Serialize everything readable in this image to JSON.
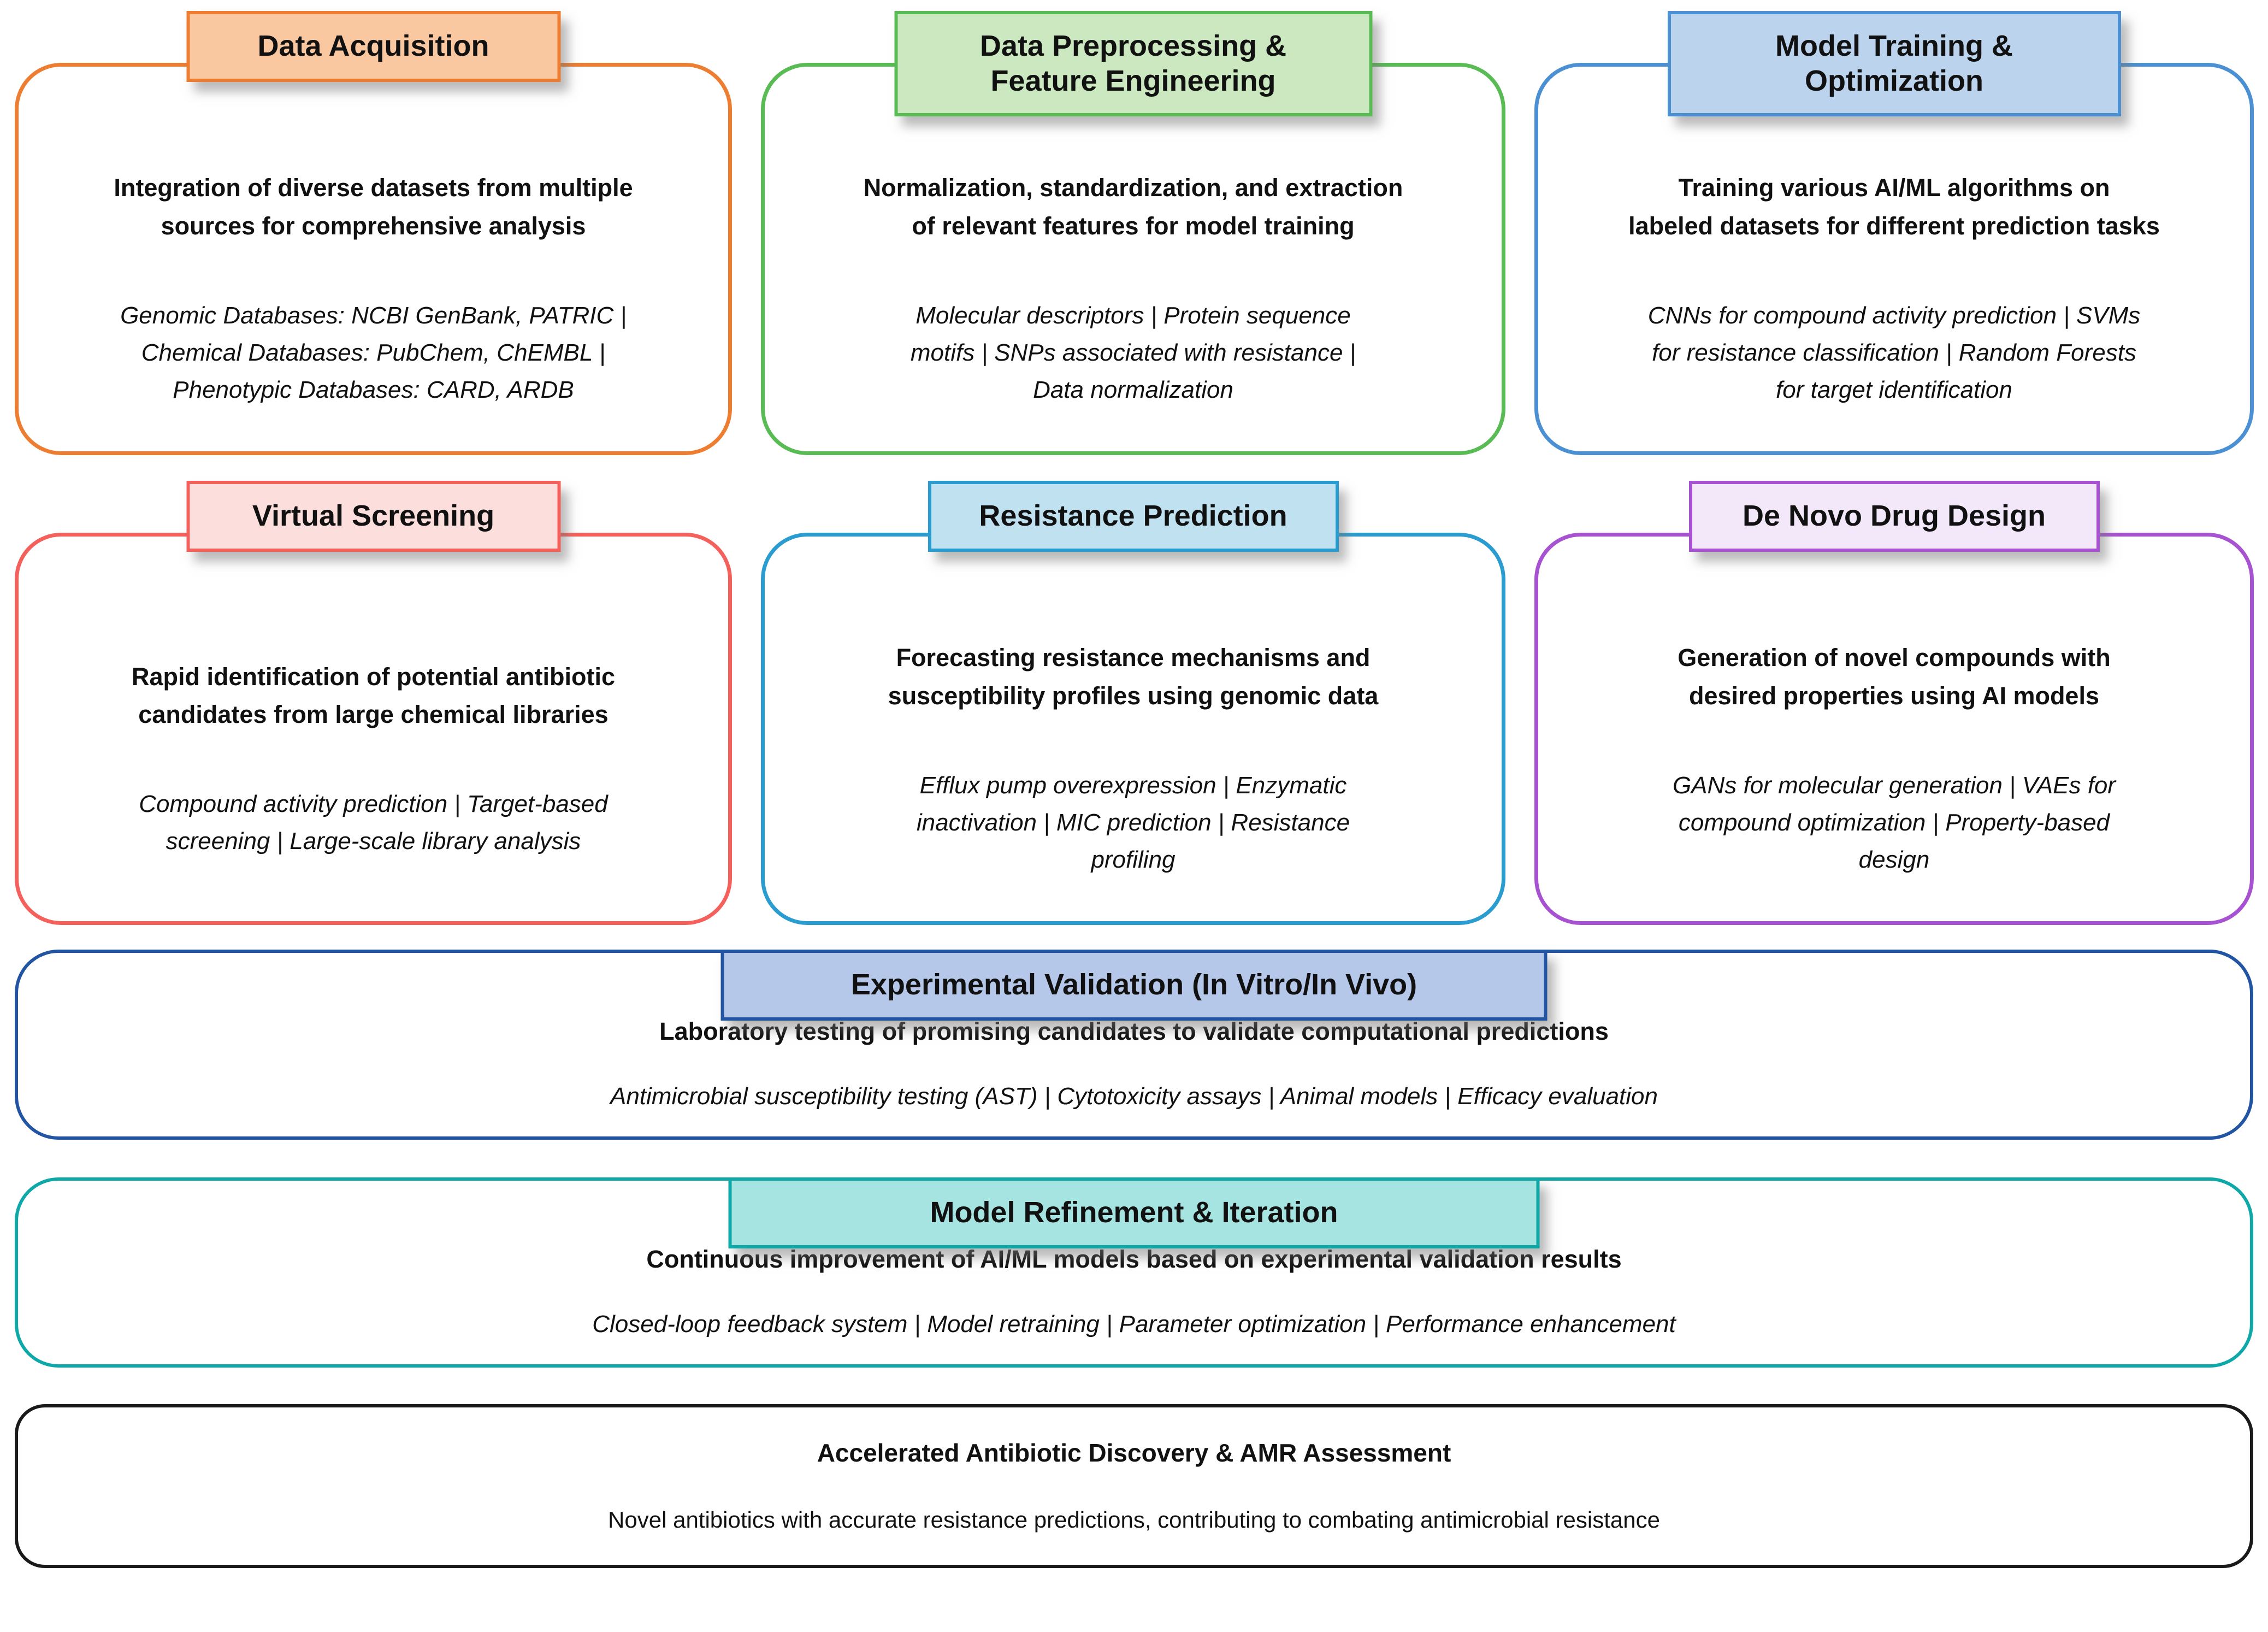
{
  "figure": {
    "background": "#FFFFFF",
    "text_color": "#111111"
  },
  "stages": {
    "data_acquisition": {
      "title": "Data Acquisition",
      "summary": "Integration of diverse datasets from multiple\nsources for comprehensive analysis",
      "details": "Genomic Databases: NCBI GenBank, PATRIC |\nChemical Databases: PubChem, ChEMBL |\nPhenotypic Databases: CARD, ARDB",
      "fill_color": "#FAC8A0",
      "border_color": "#ED7D31"
    },
    "data_preprocessing": {
      "title": "Data Preprocessing &\nFeature Engineering",
      "summary": "Normalization, standardization, and extraction\nof relevant features for model training",
      "details": "Molecular descriptors | Protein sequence\nmotifs | SNPs associated with resistance |\nData normalization",
      "fill_color": "#CBE8C0",
      "border_color": "#58BB54"
    },
    "model_training": {
      "title": "Model Training &\nOptimization",
      "summary": "Training various AI/ML algorithms on\nlabeled datasets for different prediction tasks",
      "details": "CNNs for compound activity prediction | SVMs\nfor resistance classification | Random Forests\nfor target identification",
      "fill_color": "#BCD3EE",
      "border_color": "#4A90D2"
    },
    "virtual_screening": {
      "title": "Virtual Screening",
      "summary": "Rapid identification of potential antibiotic\ncandidates from large chemical libraries",
      "details": "Compound activity prediction | Target-based\nscreening | Large-scale library analysis",
      "fill_color": "#FCDEDC",
      "border_color": "#F4615C"
    },
    "resistance_prediction": {
      "title": "Resistance Prediction",
      "summary": "Forecasting resistance mechanisms and\nsusceptibility profiles using genomic data",
      "details": "Efflux pump overexpression | Enzymatic\ninactivation | MIC prediction | Resistance\nprofiling",
      "fill_color": "#BFE1F0",
      "border_color": "#2B9CD0"
    },
    "de_novo_drug_design": {
      "title": "De Novo Drug Design",
      "summary": "Generation of novel compounds with\ndesired properties using AI models",
      "details": "GANs for molecular generation | VAEs for\ncompound optimization | Property-based\ndesign",
      "fill_color": "#F3E8F9",
      "border_color": "#A753D1"
    },
    "experimental_validation": {
      "title": "Experimental Validation (In Vitro/In Vivo)",
      "summary": "Laboratory testing of promising candidates to validate computational predictions",
      "details": "Antimicrobial susceptibility testing (AST) | Cytotoxicity assays | Animal models | Efficacy evaluation",
      "fill_color": "#B5C8EA",
      "border_color": "#2155A3"
    },
    "model_refinement": {
      "title": "Model Refinement & Iteration",
      "summary": "Continuous improvement of AI/ML models based on experimental validation results",
      "details": "Closed-loop feedback system | Model retraining | Parameter optimization | Performance enhancement",
      "fill_color": "#A5E4E0",
      "border_color": "#0FA8A8"
    },
    "outcome": {
      "title": "Accelerated Antibiotic Discovery & AMR Assessment",
      "summary": "Novel antibiotics with accurate resistance predictions, contributing to combating antimicrobial resistance",
      "fill_color": "#FFFFFF",
      "border_color": "#1A1A1A"
    }
  }
}
